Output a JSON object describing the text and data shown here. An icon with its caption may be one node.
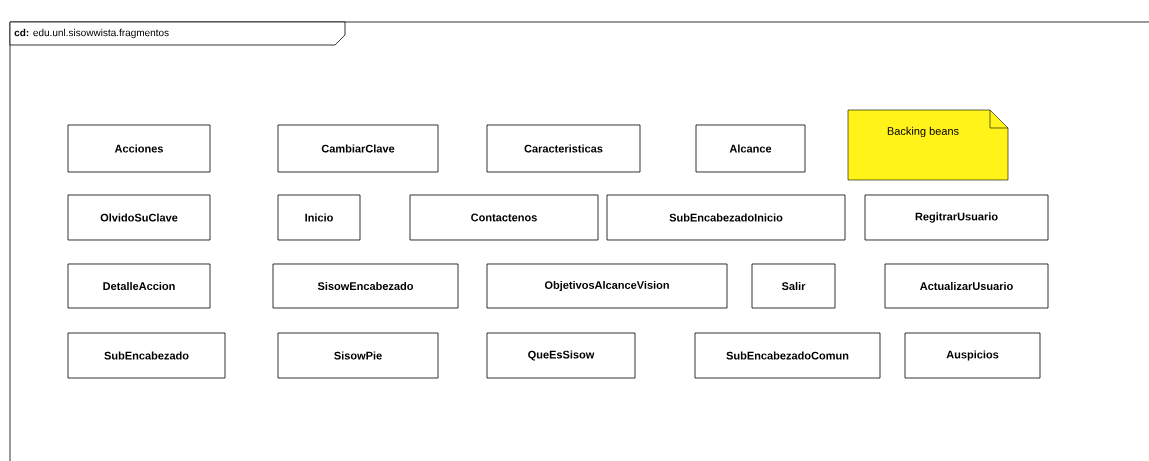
{
  "diagram": {
    "title": "**cd:** edu.unl.sisowwista.fragmentos",
    "nodes": [
      {
        "text": [
          "Acciones"
        ]
      },
      {
        "text": [
          "CambiarClave"
        ]
      },
      {
        "text": [
          "Caracteristicas"
        ]
      },
      {
        "text": [
          "Alcance"
        ]
      },
      {
        "text": [
          "Backing beans"
        ]
      },
      {
        "text": [
          "OlvidoSuClave"
        ]
      },
      {
        "text": [
          "Inicio"
        ]
      },
      {
        "text": [
          "Contactenos"
        ]
      },
      {
        "text": [
          "SubEncabezadoInicio"
        ]
      },
      {
        "text": [
          "RegitrarUsuario"
        ]
      },
      {
        "text": [
          "DetalleAccion"
        ]
      },
      {
        "text": [
          "SisowEncabezado"
        ]
      },
      {
        "text": [
          "ObjetivosAlcanceVision"
        ]
      },
      {
        "text": [
          "Salir"
        ]
      },
      {
        "text": [
          "ActualizarUsuario"
        ]
      },
      {
        "text": [
          "SubEncabezado"
        ]
      },
      {
        "text": [
          "SisowPie"
        ]
      },
      {
        "text": [
          "QueEsSisow"
        ]
      },
      {
        "text": [
          "SubEncabezadoComun"
        ]
      },
      {
        "text": [
          "Auspicios"
        ]
      }
    ]
  }
}
